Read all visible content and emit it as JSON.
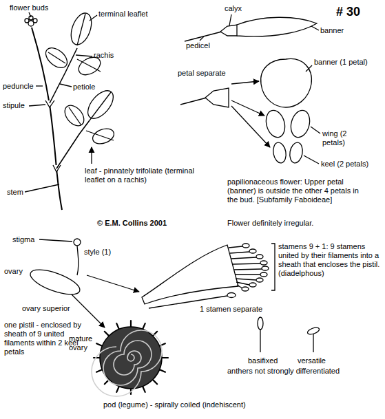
{
  "diagram": {
    "labels": [
      "# 30",
      "flower buds",
      "terminal leaflet",
      "rachis",
      "peduncle",
      "petiole",
      "stipule",
      "leaf - pinnately trifoliate (terminal leaflet on a rachis)",
      "stem",
      "© E.M. Collins 2001",
      "calyx",
      "banner",
      "pedicel",
      "banner (1 petal)",
      "petal separate",
      "wing (2 petals)",
      "keel (2 petals)",
      "papilionaceous flower: Upper petal (banner) is outside the other 4 petals in the bud. [Subfamily Faboideae]",
      "Flower definitely irregular.",
      "stigma",
      "style (1)",
      "ovary",
      "ovary superior",
      "one pistil - enclosed by sheath of 9 united filaments within 2 keel petals",
      "mature ovary",
      "stamens 9 + 1: 9 stamens united by their filaments into a sheath that encloses the pistil. (diadelphous)",
      "1 stamen separate",
      "basifixed",
      "versatile",
      "anthers not strongly differentiated",
      "pod (legume) - spirally coiled (indehiscent)"
    ]
  }
}
